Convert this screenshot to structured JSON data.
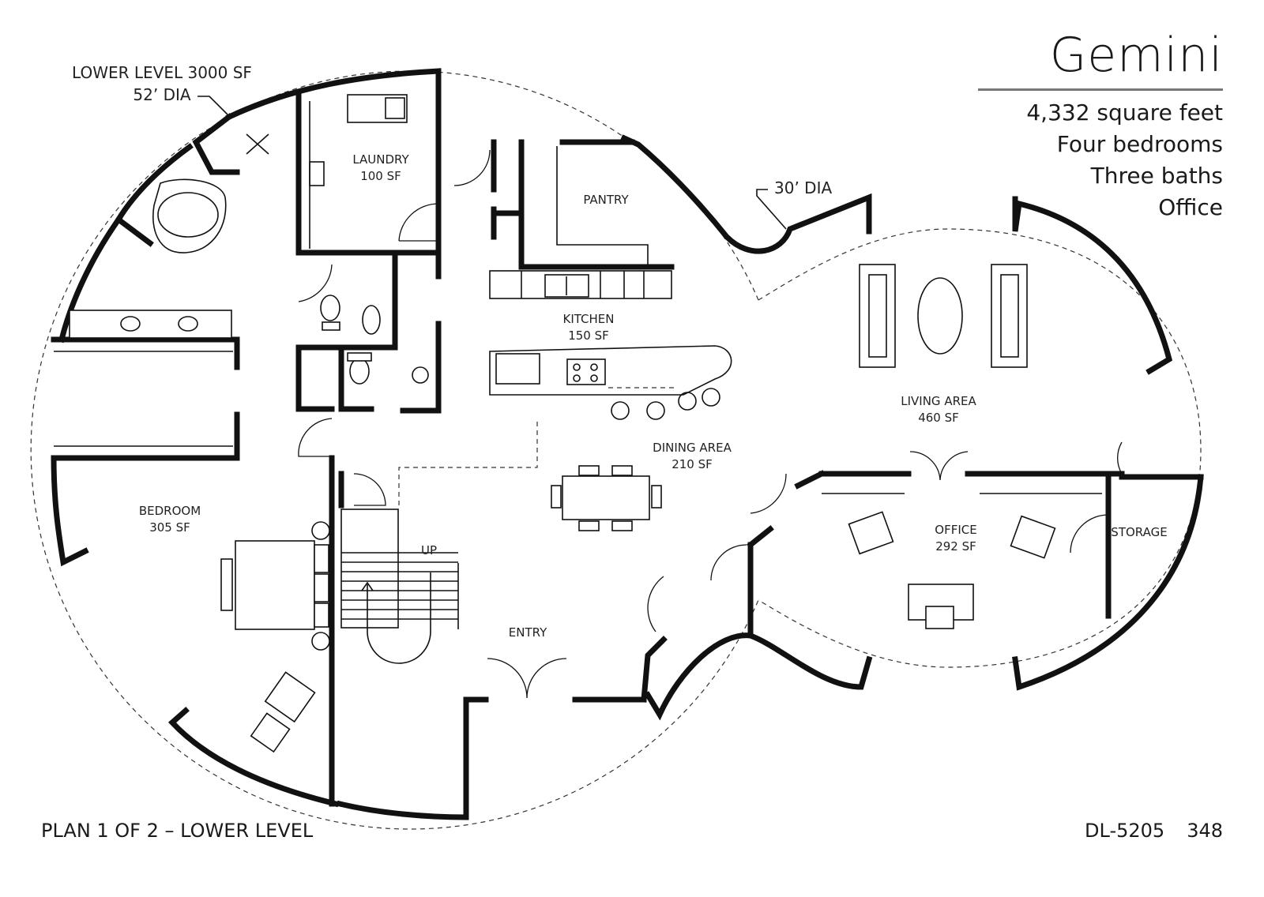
{
  "title": "Gemini",
  "specs": [
    "4,332 square feet",
    "Four bedrooms",
    "Three baths",
    "Office"
  ],
  "annotations": {
    "lower_level_area": "LOWER LEVEL 3000 SF",
    "lower_level_dia": "52’ DIA",
    "small_dome_dia": "30’ DIA"
  },
  "rooms": {
    "laundry": {
      "name": "LAUNDRY",
      "area": "100 SF"
    },
    "pantry": {
      "name": "PANTRY"
    },
    "kitchen": {
      "name": "KITCHEN",
      "area": "150 SF"
    },
    "living": {
      "name": "LIVING AREA",
      "area": "460 SF"
    },
    "dining": {
      "name": "DINING AREA",
      "area": "210 SF"
    },
    "bedroom": {
      "name": "BEDROOM",
      "area": "305 SF"
    },
    "office": {
      "name": "OFFICE",
      "area": "292 SF"
    },
    "storage": {
      "name": "STORAGE"
    },
    "entry": {
      "name": "ENTRY"
    },
    "stairs": {
      "name": "UP"
    }
  },
  "footer": {
    "plan_label": "PLAN 1 OF 2 – LOWER LEVEL",
    "plan_code": "DL-5205",
    "page_number": "348"
  }
}
